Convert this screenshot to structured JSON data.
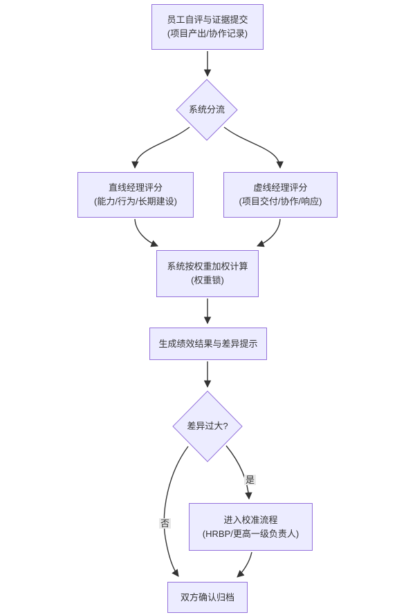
{
  "theme": {
    "node_fill": "#ECECFF",
    "node_border": "#9370DB",
    "edge_color": "#333333",
    "text_color": "#333333",
    "label_bg": "#e8e8e8"
  },
  "nodes": {
    "self_review": {
      "line1": "员工自评与证据提交",
      "line2": "(项目产出/协作记录)"
    },
    "system_split": {
      "line1": "系统分流"
    },
    "line_manager": {
      "line1": "直线经理评分",
      "line2": "(能力/行为/长期建设)"
    },
    "dotted_manager": {
      "line1": "虚线经理评分",
      "line2": "(项目交付/协作/响应)"
    },
    "weighted_calc": {
      "line1": "系统按权重加权计算",
      "line2": "(权重锁)"
    },
    "generate_result": {
      "line1": "生成绩效结果与差异提示"
    },
    "gap_check": {
      "line1": "差异过大?"
    },
    "calibration": {
      "line1": "进入校准流程",
      "line2": "(HRBP/更高一级负责人)"
    },
    "confirm_archive": {
      "line1": "双方确认归档"
    }
  },
  "edge_labels": {
    "yes": "是",
    "no": "否"
  },
  "edges": [
    {
      "from": "self_review",
      "to": "system_split",
      "label": ""
    },
    {
      "from": "system_split",
      "to": "line_manager",
      "label": ""
    },
    {
      "from": "system_split",
      "to": "dotted_manager",
      "label": ""
    },
    {
      "from": "line_manager",
      "to": "weighted_calc",
      "label": ""
    },
    {
      "from": "dotted_manager",
      "to": "weighted_calc",
      "label": ""
    },
    {
      "from": "weighted_calc",
      "to": "generate_result",
      "label": ""
    },
    {
      "from": "generate_result",
      "to": "gap_check",
      "label": ""
    },
    {
      "from": "gap_check",
      "to": "calibration",
      "label": "是"
    },
    {
      "from": "gap_check",
      "to": "confirm_archive",
      "label": "否"
    },
    {
      "from": "calibration",
      "to": "confirm_archive",
      "label": ""
    }
  ]
}
